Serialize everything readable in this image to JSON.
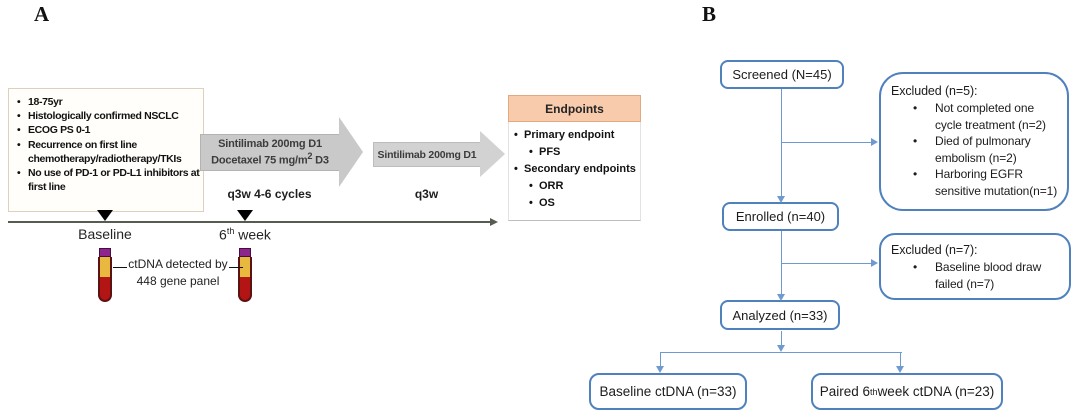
{
  "panelA": {
    "label": "A",
    "criteria_box": {
      "items": [
        "18-75yr",
        "Histologically confirmed NSCLC",
        "ECOG PS 0-1",
        "Recurrence on first line chemotherapy/radiotherapy/TKIs",
        "No use of PD-1 or PD-L1 inhibitors at first line"
      ]
    },
    "arrow1": {
      "line1": "Sintilimab 200mg D1",
      "line2_prefix": "Docetaxel 75 mg/m",
      "line2_sup": "2",
      "line2_suffix": " D3",
      "caption": "q3w 4-6 cycles"
    },
    "arrow2": {
      "label": "Sintilimab 200mg D1",
      "caption": "q3w"
    },
    "endpoints": {
      "header": "Endpoints",
      "primary_label": "Primary endpoint",
      "primary_items": [
        "PFS"
      ],
      "secondary_label": "Secondary endpoints",
      "secondary_items": [
        "ORR",
        "OS"
      ]
    },
    "timeline": {
      "marker1_label": "Baseline",
      "marker2_prefix": "6",
      "marker2_sup": "th",
      "marker2_suffix": " week",
      "note_line1": "ctDNA detected by",
      "note_line2": "448 gene panel"
    }
  },
  "panelB": {
    "label": "B",
    "boxes": {
      "screened": "Screened (N=45)",
      "excluded5_title": "Excluded (n=5):",
      "excluded5_items": [
        "Not completed one cycle treatment (n=2)",
        "Died of pulmonary embolism (n=2)",
        "Harboring EGFR sensitive mutation(n=1)"
      ],
      "enrolled": "Enrolled (n=40)",
      "excluded7_title": "Excluded (n=7):",
      "excluded7_items": [
        "Baseline blood draw failed (n=7)"
      ],
      "analyzed": "Analyzed (n=33)",
      "baseline_ctdna": "Baseline ctDNA (n=33)",
      "paired_ctdna_prefix": "Paired 6",
      "paired_ctdna_sup": "th",
      "paired_ctdna_suffix": " week  ctDNA (n=23)"
    }
  },
  "colors": {
    "flow_box_border": "#4f81bd",
    "connector_blue": "#6f9ad0",
    "endpoints_header_bg": "#f7cbac",
    "endpoints_header_border": "#e3a87e",
    "arrow_gray": "#c9c9c9",
    "criteria_border": "#ddd0bd",
    "timeline_line": "#565c52",
    "tube_cap_purple": "#8e258e",
    "tube_serum_yellow": "#e9b93f",
    "tube_blood_red": "#b31414"
  }
}
